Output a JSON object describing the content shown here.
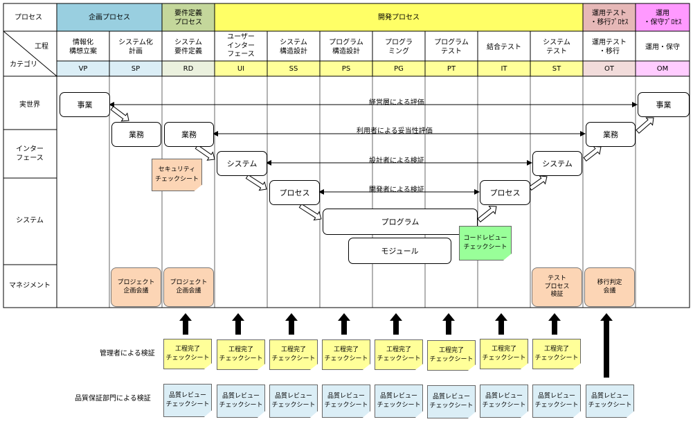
{
  "header": {
    "process_label": "プロセス",
    "process_bands": [
      {
        "label": "企画プロセス",
        "color": "#99cfe0"
      },
      {
        "label": "要件定義\nプロセス",
        "color": "#c4d79b"
      },
      {
        "label": "開発プロセス",
        "color": "#ffff66"
      },
      {
        "label": "運用テスト\n・移行ﾌﾟﾛｾｽ",
        "color": "#e6b8b7"
      },
      {
        "label": "運用\n・保守ﾌﾟﾛｾｽ",
        "color": "#ff99ff"
      }
    ],
    "kotei_label": "工程",
    "category_label": "カテゴリ",
    "phases": [
      {
        "name": "情報化\n構想立案",
        "code": "VP",
        "color": "#dbeef6"
      },
      {
        "name": "システム化\n計画",
        "code": "SP",
        "color": "#dbeef6"
      },
      {
        "name": "システム\n要件定義",
        "code": "RD",
        "color": "#ebf1de"
      },
      {
        "name": "ユーザー\nインター\nフェース",
        "code": "UI",
        "color": "#ffff99"
      },
      {
        "name": "システム\n構造設計",
        "code": "SS",
        "color": "#ffff99"
      },
      {
        "name": "プログラム\n構造設計",
        "code": "PS",
        "color": "#ffff99"
      },
      {
        "name": "プログラ\nミング",
        "code": "PG",
        "color": "#ffff99"
      },
      {
        "name": "プログラム\nテスト",
        "code": "PT",
        "color": "#ffff99"
      },
      {
        "name": "結合テスト",
        "code": "IT",
        "color": "#ffff99"
      },
      {
        "name": "システム\nテスト",
        "code": "ST",
        "color": "#ffff99"
      },
      {
        "name": "運用テスト\n・移行",
        "code": "OT",
        "color": "#f2dcdb"
      },
      {
        "name": "運用・保守",
        "code": "OM",
        "color": "#ffccff"
      }
    ]
  },
  "rows": [
    "実世界",
    "インター\nフェース",
    "システム",
    "マネジメント"
  ],
  "boxes": {
    "jigyo_left": "事業",
    "jigyo_right": "事業",
    "gyomu_sp": "業務",
    "gyomu_rd": "業務",
    "gyomu_ot": "業務",
    "system_ui": "システム",
    "system_st": "システム",
    "process_ss": "プロセス",
    "process_it": "プロセス",
    "program": "プログラム",
    "module": "モジュール"
  },
  "verifications": {
    "keiei": "経営層による評価",
    "riyo": "利用者による妥当性評価",
    "sekkei": "設計者による検証",
    "kaihatsu": "開発者による検証"
  },
  "sheets": {
    "security": "セキュリティ\nチェックシート",
    "code_review": "コードレビュー\nチェックシート"
  },
  "management": {
    "project_meeting_sp": "プロジェクト\n企画会議",
    "project_meeting_rd": "プロジェクト\n企画会議",
    "test_process": "テスト\nプロセス\n検証",
    "migration": "移行判定\n会議"
  },
  "bottom": {
    "manager_label": "管理者による検証",
    "qa_label": "品質保証部門による検証",
    "completion_sheet": "工程完了\nチェックシート",
    "quality_sheet": "品質レビュー\nチェックシート"
  }
}
